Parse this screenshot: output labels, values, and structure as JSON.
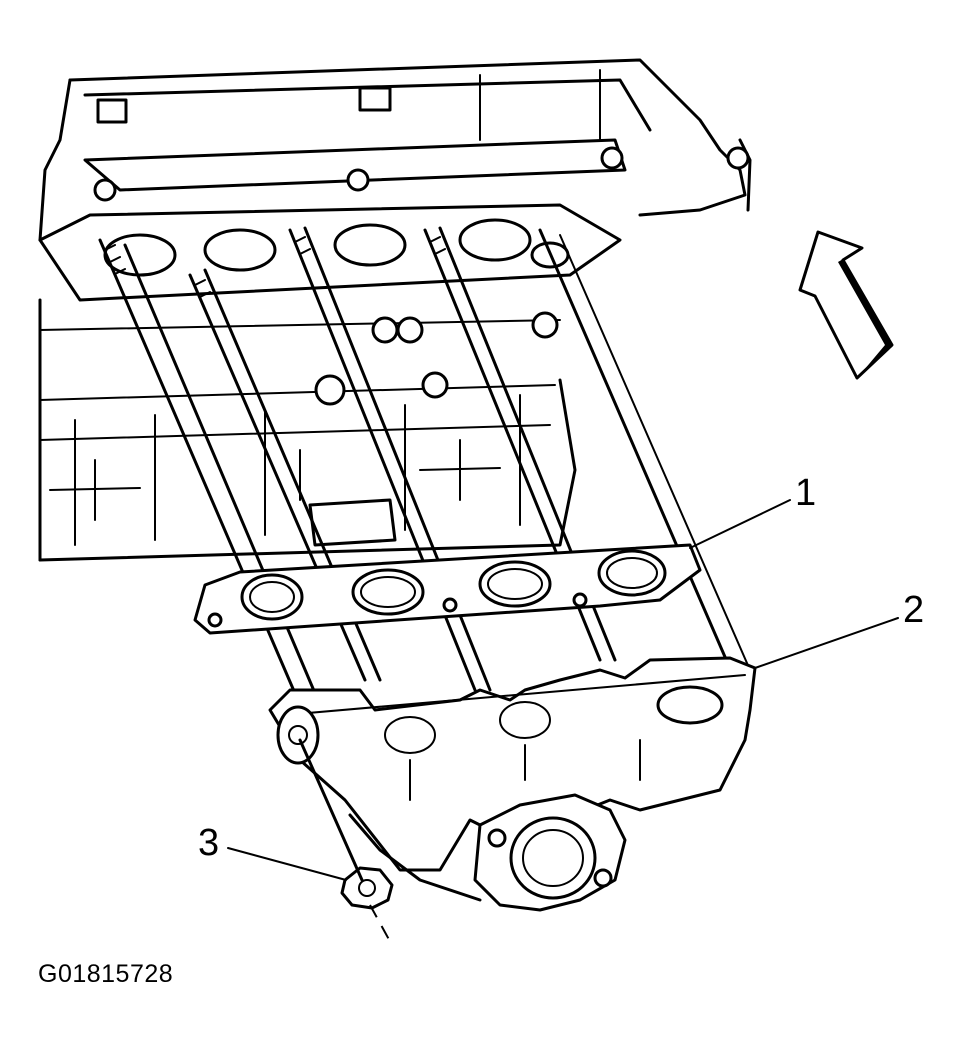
{
  "diagram": {
    "callouts": [
      {
        "id": "1"
      },
      {
        "id": "2"
      },
      {
        "id": "3"
      }
    ],
    "figure_id": "G01815728",
    "icons": [
      "engine-block-drawing",
      "exhaust-manifold-gasket",
      "exhaust-manifold",
      "manifold-nut",
      "direction-arrow-icon"
    ],
    "colors": {
      "ink": "#000000",
      "paper": "#ffffff"
    }
  }
}
